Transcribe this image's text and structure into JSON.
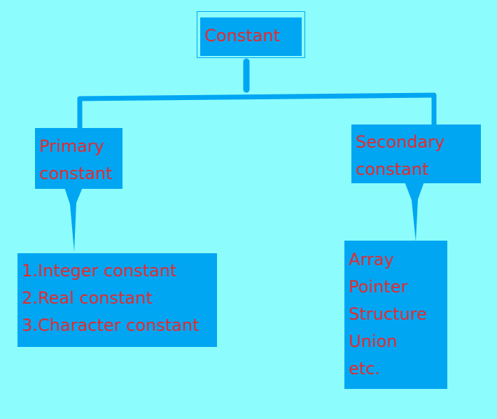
{
  "colors": {
    "background": "#8cfdfc",
    "box_fill": "#00a6f2",
    "text": "#e8282c",
    "connector": "#00a6f2"
  },
  "nodes": {
    "root": {
      "lines": [
        "Constant"
      ]
    },
    "primary": {
      "lines": [
        "Primary",
        "constant"
      ]
    },
    "secondary": {
      "lines": [
        "Secondary",
        "constant"
      ]
    },
    "primary_list": {
      "lines": [
        "1.Integer constant",
        "2.Real constant",
        "3.Character constant"
      ]
    },
    "secondary_list": {
      "lines": [
        "Array",
        "Pointer",
        "Structure",
        "Union",
        "etc."
      ]
    }
  }
}
